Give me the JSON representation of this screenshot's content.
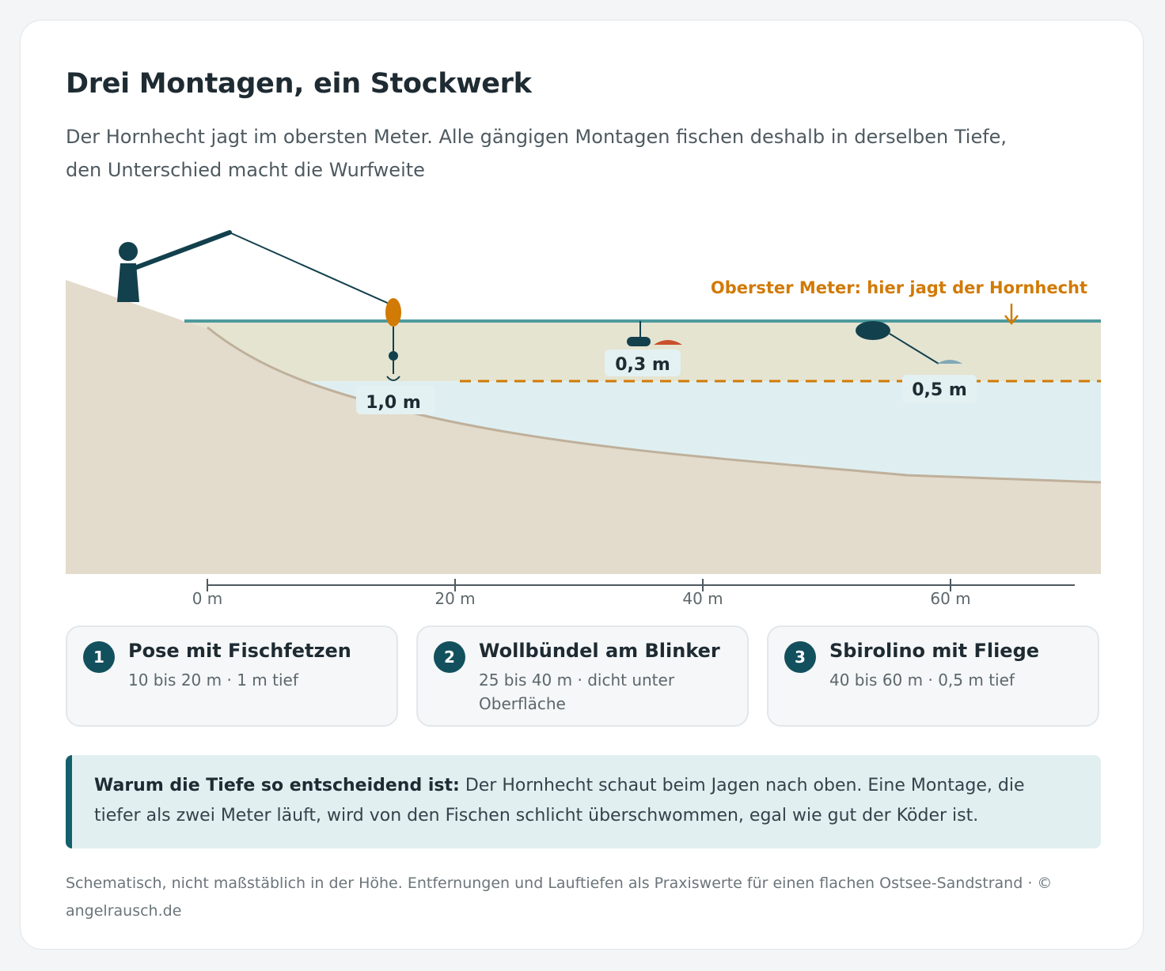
{
  "header": {
    "title": "Drei Montagen, ein Stockwerk",
    "subtitle": "Der Hornhecht jagt im obersten Meter. Alle gängigen Montagen fischen deshalb in derselben Tiefe, den Unterschied macht die Wurfweite"
  },
  "diagram": {
    "zone_label": "Oberster Meter: hier jagt der Hornhecht",
    "depths": {
      "pose": "1,0 m",
      "blinker": "0,3 m",
      "sbirolino": "0,5 m"
    },
    "axis_ticks": [
      "0 m",
      "20 m",
      "40 m",
      "60 m"
    ],
    "colors": {
      "water_deep": "#dfeff1",
      "water_top": "#e5e4d1",
      "seabed": "#e3dbcc",
      "surface_line": "#4e9a9c",
      "accent_orange": "#d17a06",
      "navy": "#13404d"
    }
  },
  "montagen": [
    {
      "number": "1",
      "title": "Pose mit Fischfetzen",
      "description": "10 bis 20 m · 1 m tief"
    },
    {
      "number": "2",
      "title": "Wollbündel am Blinker",
      "description": "25 bis 40 m · dicht unter Oberfläche"
    },
    {
      "number": "3",
      "title": "Sbirolino mit Fliege",
      "description": "40 bis 60 m · 0,5 m tief"
    }
  ],
  "callout": {
    "lead": "Warum die Tiefe so entscheidend ist:",
    "text": " Der Hornhecht schaut beim Jagen nach oben. Eine Montage, die tiefer als zwei Meter läuft, wird von den Fischen schlicht überschwommen, egal wie gut der Köder ist."
  },
  "footnote": "Schematisch, nicht maßstäblich in der Höhe. Entfernungen und Lauftiefen als Praxiswerte für einen flachen Ostsee-Sandstrand · © angelrausch.de"
}
